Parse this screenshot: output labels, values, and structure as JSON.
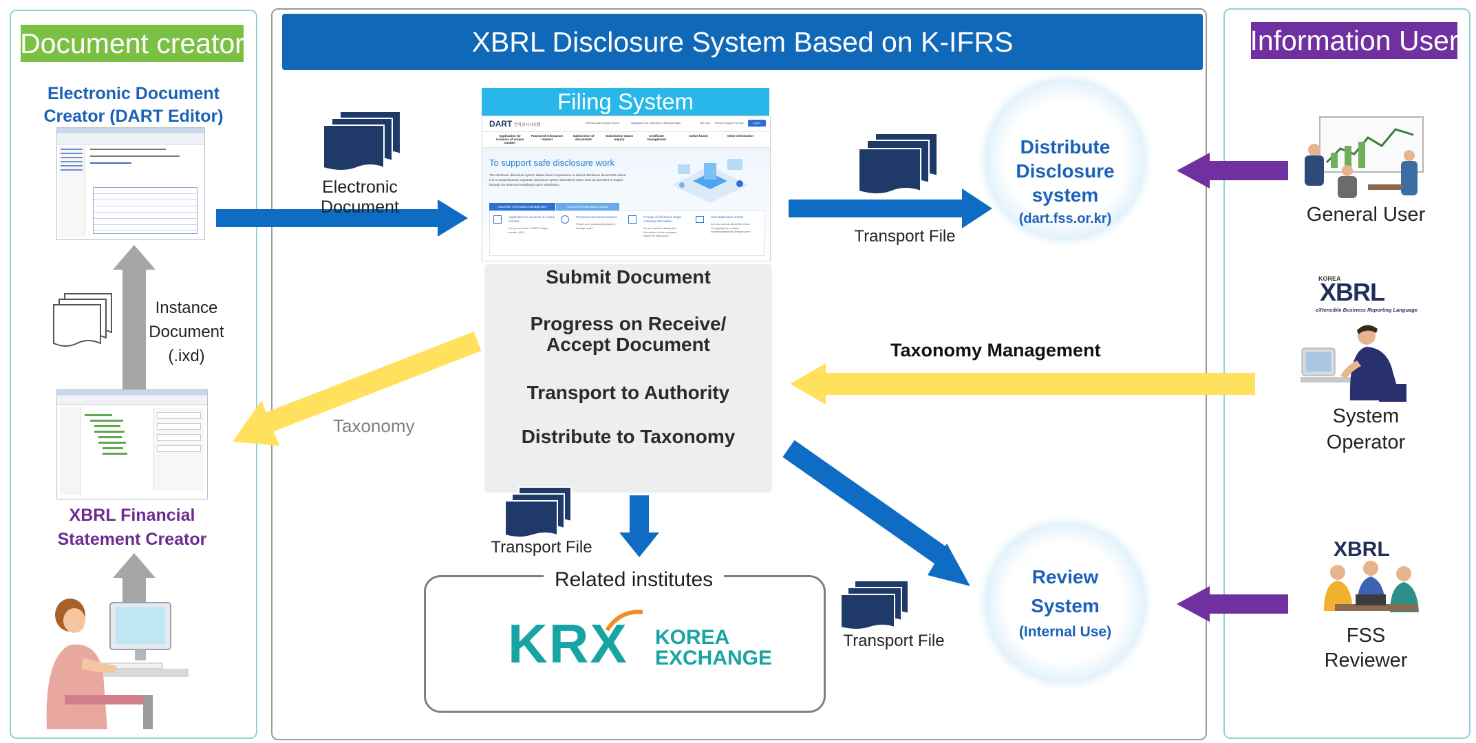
{
  "headers": {
    "left": "Document creator",
    "center": "XBRL Disclosure System Based on K-IFRS",
    "right": "Information User"
  },
  "left": {
    "dart_editor": "Electronic Document Creator (DART Editor)",
    "instance_doc": [
      "Instance",
      "Document",
      "(.ixd)"
    ],
    "xbrl_creator": "XBRL Financial Statement Creator"
  },
  "center": {
    "electronic_document": "Electronic Document",
    "taxonomy": "Taxonomy",
    "filing_system": "Filing System",
    "steps": [
      "Submit Document",
      "Progress on Receive/",
      "Accept Document",
      "Transport to Authority",
      "Distribute to Taxonomy"
    ],
    "transport_file_bottom": "Transport File",
    "transport_file_top": "Transport File",
    "transport_file_review": "Transport File",
    "related_institutes": "Related institutes",
    "krx_logo": "KRX",
    "krx_name": [
      "KOREA",
      "EXCHANGE"
    ],
    "taxonomy_management": "Taxonomy Management",
    "distribute": [
      "Distribute",
      "Disclosure",
      "system",
      "(dart.fss.or.kr)"
    ],
    "review": [
      "Review",
      "System",
      "(Internal Use)"
    ]
  },
  "dart_site": {
    "logo": "DART",
    "logo_sub": "전자공시시스템",
    "top_links": [
      "Internal audit support report",
      "Application for selection of Metaphorager",
      "site map",
      "Internet support service",
      "log in"
    ],
    "nav": [
      "Application for issuance of unique number",
      "Password reissuance request",
      "Submission of documents",
      "Submission status inquiry",
      "Certificate management",
      "notice board",
      "Other information"
    ],
    "hero_title": "To support safe disclosure work",
    "hero_text": [
      "The electronic disclosure system allows listed corporations to submit disclosure documents online.",
      "It is a comprehensive corporate disclosure system that allows users such as investors to inquire",
      "through the Internet immediately upon submission."
    ],
    "tabs": [
      "Submitter Information Management",
      "Document Submission Status"
    ],
    "cards": [
      {
        "title": "Application for issuance of unique number",
        "text": "Do you not have a DART unique number (ID)?"
      },
      {
        "title": "Password reissuance request",
        "text": "Forgot your password/password change code?"
      },
      {
        "title": "Change of disclosure target company information",
        "text": "Do you want to change the information of the company subject to disclosure?"
      },
      {
        "title": "View application results",
        "text": "Are you curious about the result of applying for a unique number/password change code?"
      }
    ]
  },
  "right": {
    "general_user": "General User",
    "xbrl_badge_top": "KOREA",
    "xbrl_badge": "XBRL",
    "xbrl_badge_sub": "eXtensible Business Reporting Language",
    "system_operator": [
      "System",
      "Operator"
    ],
    "fss_xbrl": "XBRL",
    "fss_reviewer": [
      "FSS",
      "Reviewer"
    ]
  },
  "colors": {
    "header_green": "#7ac143",
    "header_blue": "#0f68b8",
    "header_purple": "#7030a0",
    "arrow_blue": "#0e6cc4",
    "arrow_yellow": "#ffe15e",
    "arrow_purple": "#7030a0",
    "arrow_gray": "#a6a6a6",
    "doc_navy": "#1f3a68",
    "filing_header": "#29b6e8"
  }
}
